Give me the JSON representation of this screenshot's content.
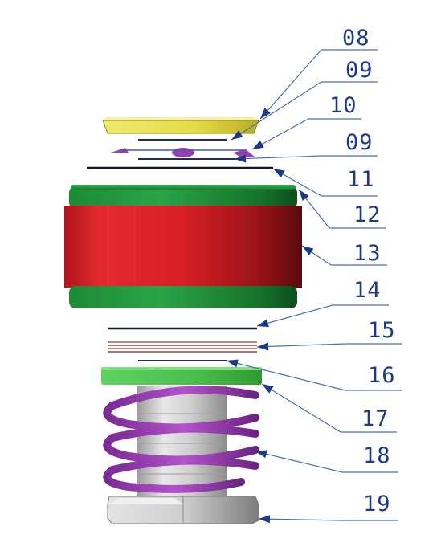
{
  "diagram": {
    "callouts": [
      {
        "id": "c08a",
        "label": "08"
      },
      {
        "id": "c09a",
        "label": "09"
      },
      {
        "id": "c10",
        "label": "10"
      },
      {
        "id": "c09b",
        "label": "09"
      },
      {
        "id": "c11",
        "label": "11"
      },
      {
        "id": "c12",
        "label": "12"
      },
      {
        "id": "c13",
        "label": "13"
      },
      {
        "id": "c14",
        "label": "14"
      },
      {
        "id": "c15",
        "label": "15"
      },
      {
        "id": "c16",
        "label": "16"
      },
      {
        "id": "c17",
        "label": "17"
      },
      {
        "id": "c18",
        "label": "18"
      },
      {
        "id": "c19",
        "label": "19"
      }
    ]
  },
  "colors": {
    "label_blue": "#1d3a86",
    "leader_line": "#4a6fb0",
    "arrow_head": "#1d3a86",
    "cap_yellow": "#e8e15a",
    "body_red": "#d81f26",
    "band_green": "#1f8f3a",
    "washer_green": "#4fc24f",
    "spring_purple": "#9a3fb0",
    "bolt_gray": "#c9c9c9",
    "shim_copper": "#b0584a"
  }
}
